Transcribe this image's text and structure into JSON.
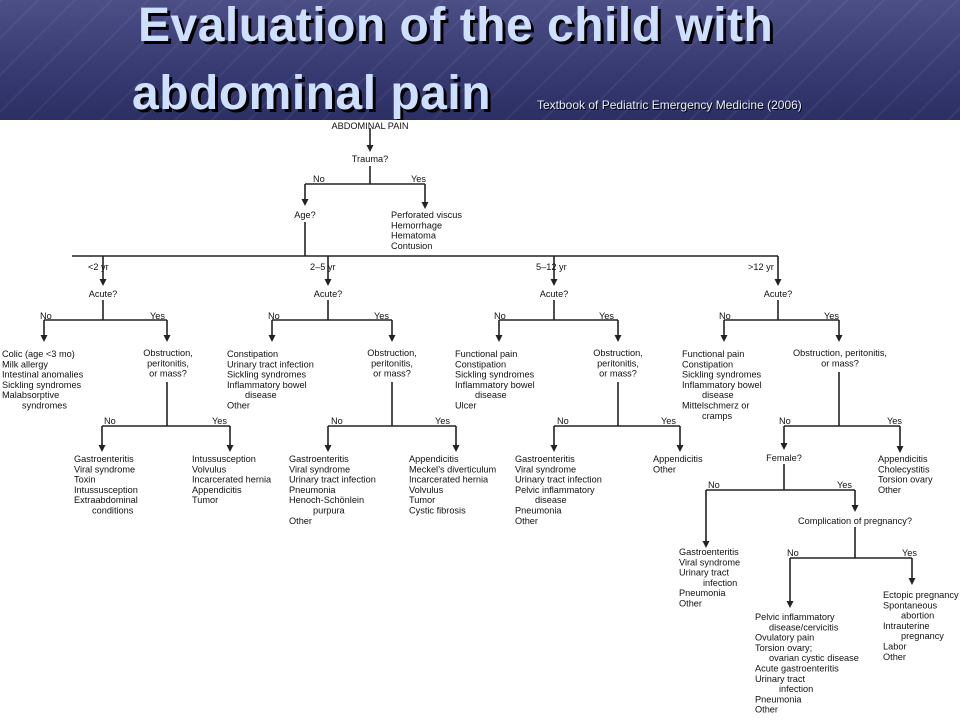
{
  "slide": {
    "title_line1": "Evaluation of the child with",
    "title_line2": "abdominal pain",
    "citation": "Textbook of Pediatric Emergency Medicine (2006)"
  },
  "flowchart": {
    "root": "ABDOMINAL PAIN",
    "trauma_question": "Trauma?",
    "trauma_no": "No",
    "trauma_yes": "Yes",
    "trauma_yes_list": [
      "Perforated viscus",
      "Hemorrhage",
      "Hematoma",
      "Contusion"
    ],
    "age_question": "Age?",
    "age_groups": [
      "<2 yr",
      "2–5 yr",
      "5–12 yr",
      ">12 yr"
    ],
    "acute_question": "Acute?",
    "no_label": "No",
    "yes_label": "Yes",
    "under2": {
      "chronic": [
        "Colic (age <3 mo)",
        "Milk allergy",
        "Intestinal anomalies",
        "Sickling syndromes",
        "Malabsorptive",
        "syndromes"
      ],
      "question": [
        "Obstruction,",
        "peritonitis,",
        "or mass?"
      ],
      "no_list": [
        "Gastroenteritis",
        "Viral syndrome",
        "Toxin",
        "Intussusception",
        "Extraabdominal",
        "conditions"
      ],
      "yes_list": [
        "Intussusception",
        "Volvulus",
        "Incarcerated hernia",
        "Appendicitis",
        "Tumor"
      ]
    },
    "age2to5": {
      "chronic": [
        "Constipation",
        "Urinary tract infection",
        "Sickling syndromes",
        "Inflammatory bowel",
        "disease",
        "Other"
      ],
      "question": [
        "Obstruction,",
        "peritonitis,",
        "or mass?"
      ],
      "no_list": [
        "Gastroenteritis",
        "Viral syndrome",
        "Urinary tract infection",
        "Pneumonia",
        "Henoch-Schönlein",
        "purpura",
        "Other"
      ],
      "yes_list": [
        "Appendicitis",
        "Meckel’s diverticulum",
        "Incarcerated hernia",
        "Volvulus",
        "Tumor",
        "Cystic fibrosis"
      ]
    },
    "age5to12": {
      "chronic": [
        "Functional pain",
        "Constipation",
        "Sickling syndromes",
        "Inflammatory bowel",
        "disease",
        "Ulcer"
      ],
      "question": [
        "Obstruction,",
        "peritonitis,",
        "or mass?"
      ],
      "no_list": [
        "Gastroenteritis",
        "Viral syndrome",
        "Urinary tract infection",
        "Pelvic inflammatory",
        "disease",
        "Pneumonia",
        "Other"
      ],
      "yes_list": [
        "Appendicitis",
        "Other"
      ]
    },
    "over12": {
      "chronic": [
        "Functional pain",
        "Constipation",
        "Sickling syndromes",
        "Inflammatory bowel",
        "disease",
        "Mittelschmerz or",
        "cramps"
      ],
      "question": [
        "Obstruction, peritonitis,",
        "or mass?"
      ],
      "yes_list": [
        "Appendicitis",
        "Cholecystitis",
        "Torsion ovary",
        "Other"
      ],
      "female_question": "Female?",
      "female_no_list": [
        "Gastroenteritis",
        "Viral syndrome",
        "Urinary tract",
        "infection",
        "Pneumonia",
        "Other"
      ],
      "pregnancy_question": "Complication of pregnancy?",
      "pregnancy_no_list": [
        "Pelvic inflammatory",
        "disease/cervicitis",
        "Ovulatory pain",
        "Torsion ovary;",
        "ovarian cystic disease",
        "Acute gastroenteritis",
        "Urinary tract",
        "infection",
        "Pneumonia",
        "Other"
      ],
      "pregnancy_yes_list": [
        "Ectopic pregnancy",
        "Spontaneous",
        "abortion",
        "Intrauterine",
        "pregnancy",
        "Labor",
        "Other"
      ]
    }
  }
}
